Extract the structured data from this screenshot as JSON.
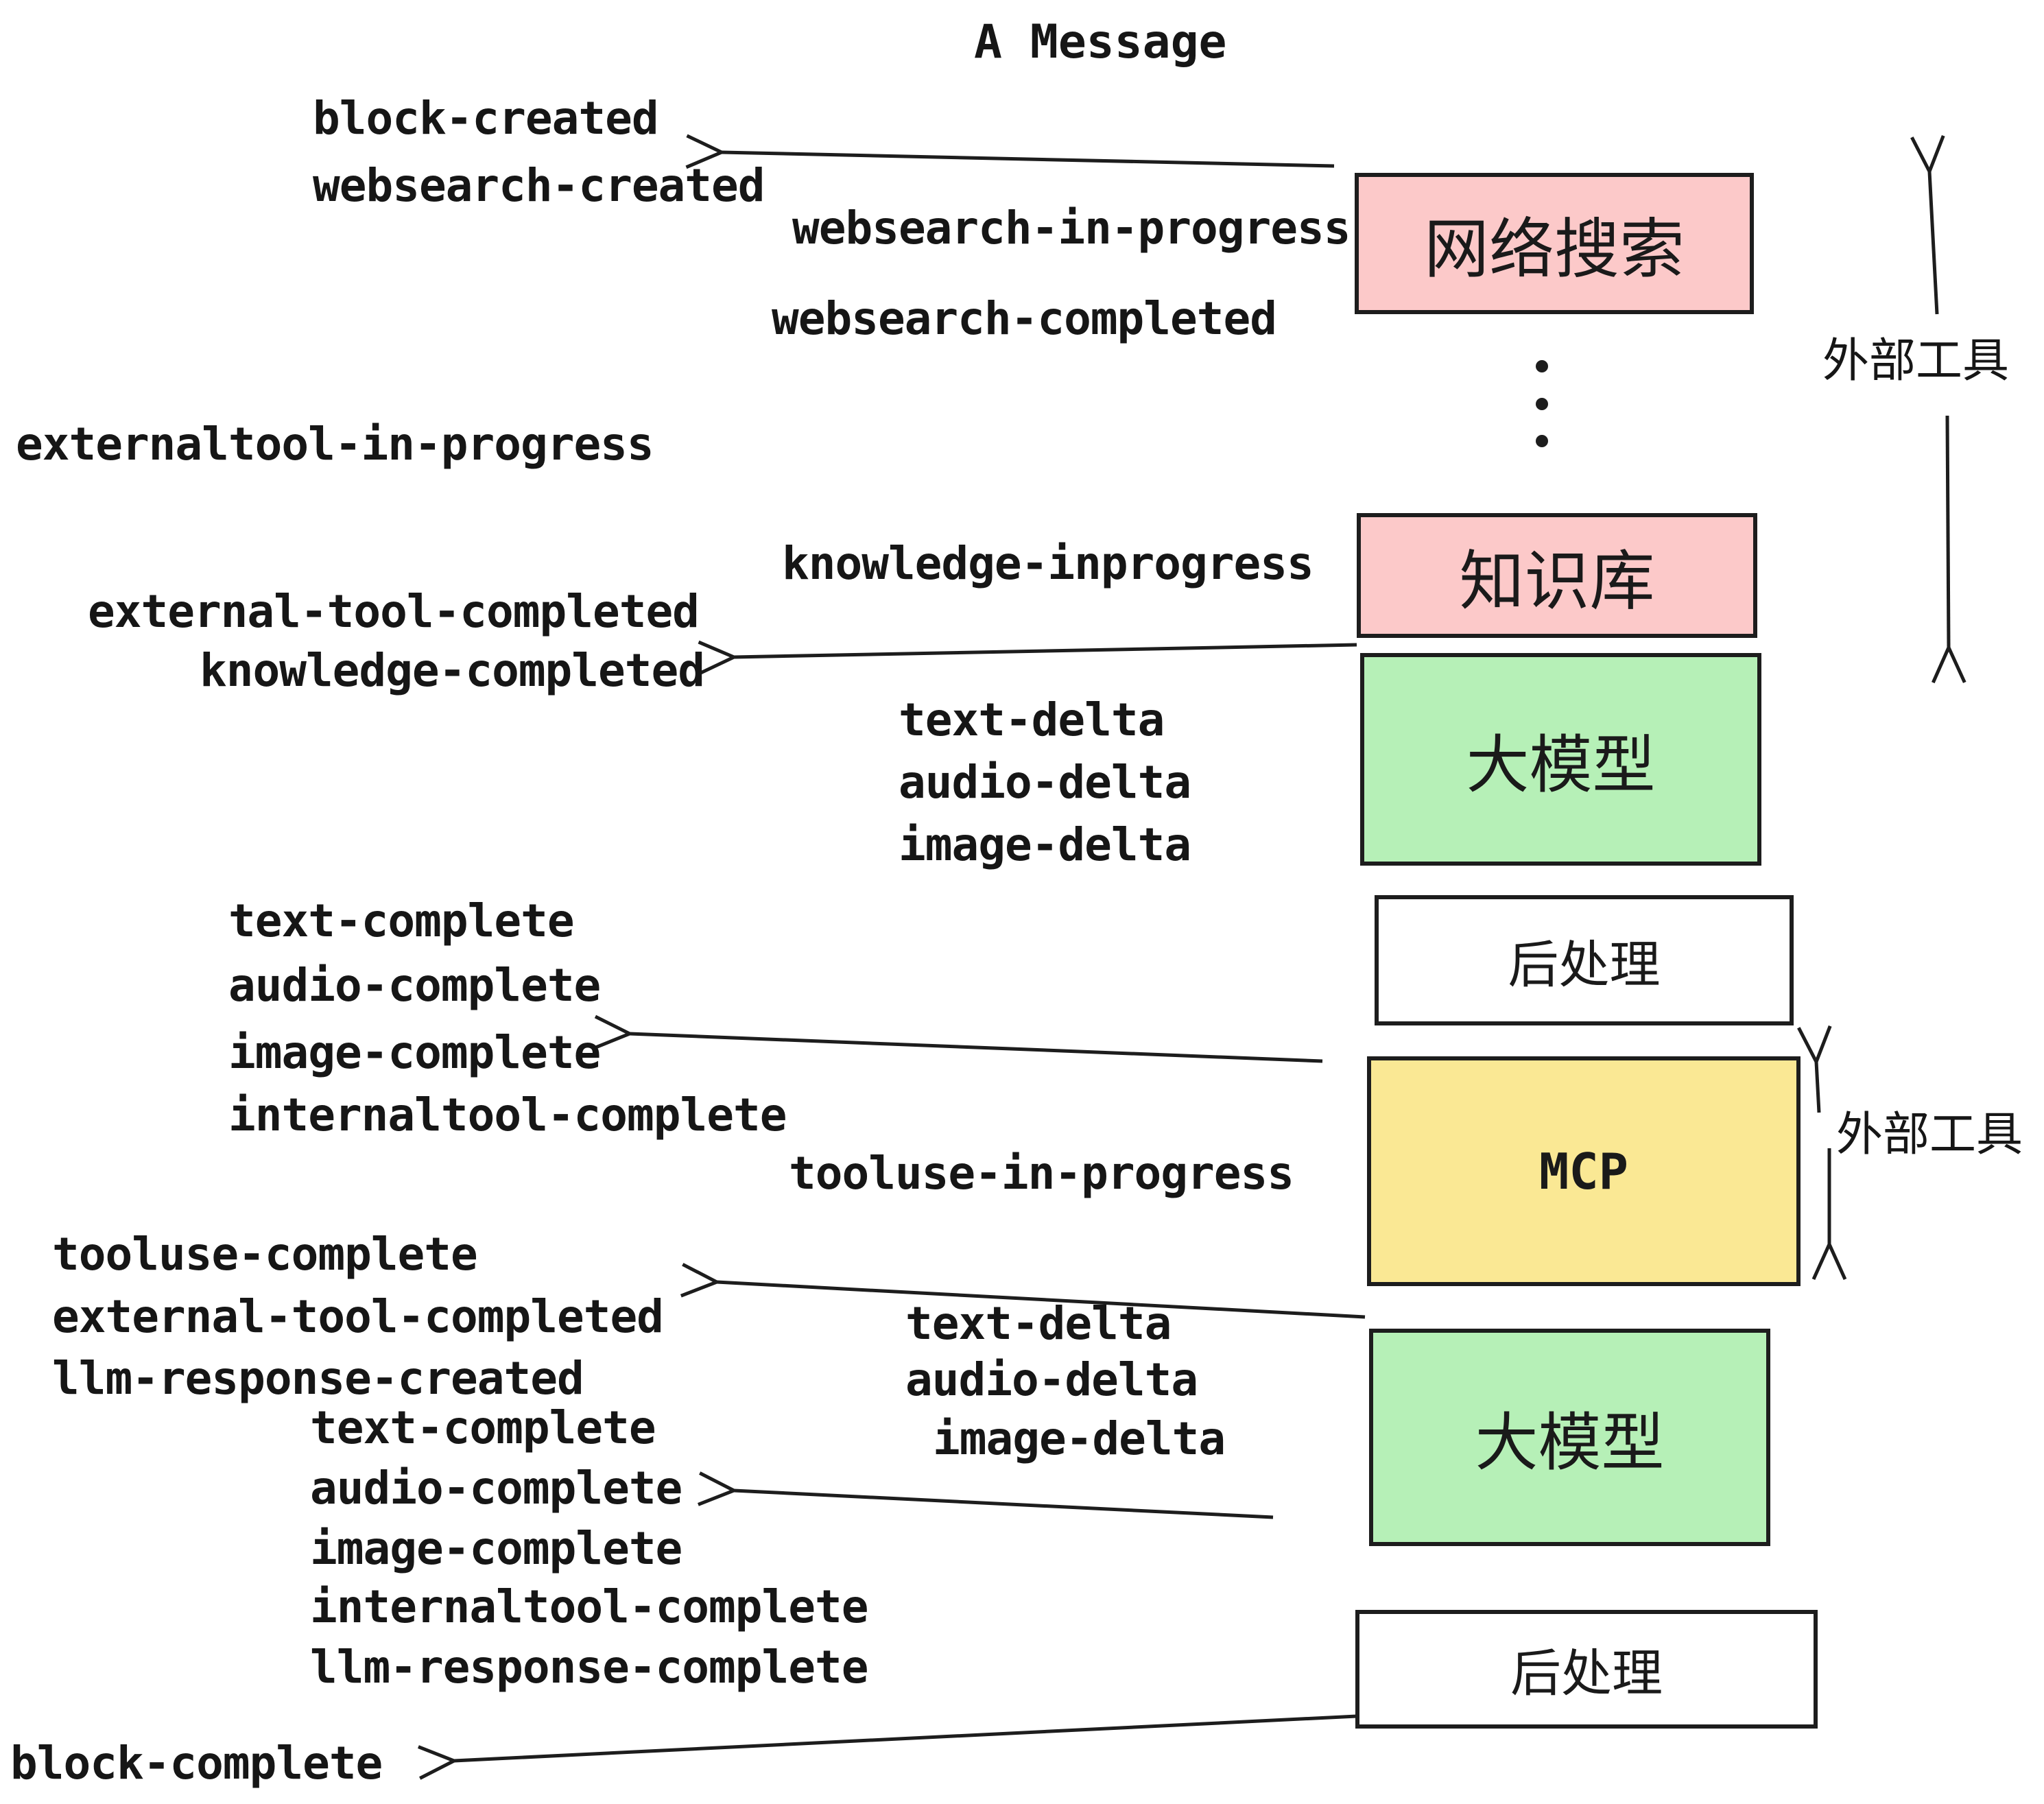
{
  "title": "A Message",
  "colors": {
    "background": "#ffffff",
    "ink": "#1d1d1d",
    "box_pink": "#fcc9c9",
    "box_green": "#b6f0b7",
    "box_yellow": "#fae894",
    "box_white": "#ffffff"
  },
  "flow_boxes": [
    {
      "id": "websearch",
      "label": "网络搜索",
      "fill": "#fcc9c9"
    },
    {
      "id": "knowledge",
      "label": "知识库",
      "fill": "#fcc9c9"
    },
    {
      "id": "llm-1",
      "label": "大模型",
      "fill": "#b6f0b7"
    },
    {
      "id": "postprocess-1",
      "label": "后处理",
      "fill": "#ffffff"
    },
    {
      "id": "mcp",
      "label": "MCP",
      "fill": "#fae894"
    },
    {
      "id": "llm-2",
      "label": "大模型",
      "fill": "#b6f0b7"
    },
    {
      "id": "postprocess-2",
      "label": "后处理",
      "fill": "#ffffff"
    }
  ],
  "side_labels": [
    {
      "id": "external-tools-top",
      "label": "外部工具"
    },
    {
      "id": "external-tools-mid",
      "label": "外部工具"
    }
  ],
  "events": {
    "block_created": "block-created",
    "websearch_created": "websearch-created",
    "websearch_in_progress": "websearch-in-progress",
    "websearch_completed": "websearch-completed",
    "externaltool_in_progress": "externaltool-in-progress",
    "knowledge_inprogress": "knowledge-inprogress",
    "external_tool_completed": "external-tool-completed",
    "knowledge_completed": "knowledge-completed",
    "text_delta": "text-delta",
    "audio_delta": "audio-delta",
    "image_delta": "image-delta",
    "text_complete": "text-complete",
    "audio_complete": "audio-complete",
    "image_complete": "image-complete",
    "internaltool_complete": "internaltool-complete",
    "tooluse_in_progress": "tooluse-in-progress",
    "tooluse_complete": "tooluse-complete",
    "llm_response_created": "llm-response-created",
    "llm_response_complete": "llm-response-complete",
    "block_complete": "block-complete"
  }
}
